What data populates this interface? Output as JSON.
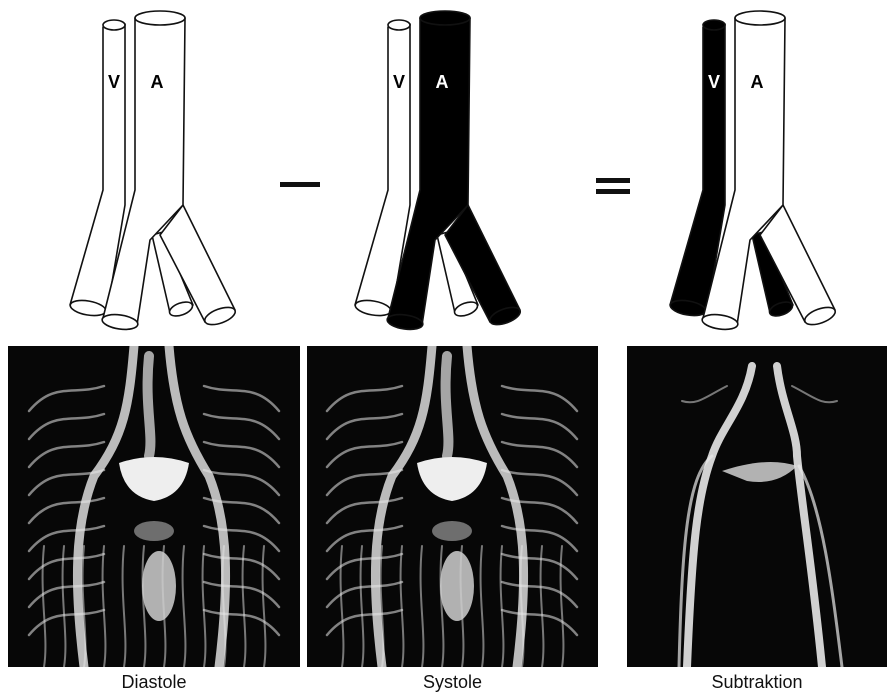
{
  "diagrams": [
    {
      "vein_label": "V",
      "artery_label": "A",
      "vein_fill": "#ffffff",
      "artery_fill": "#ffffff",
      "vein_text": "#000000",
      "artery_text": "#000000"
    },
    {
      "vein_label": "V",
      "artery_label": "A",
      "vein_fill": "#ffffff",
      "artery_fill": "#000000",
      "vein_text": "#000000",
      "artery_text": "#ffffff"
    },
    {
      "vein_label": "V",
      "artery_label": "A",
      "vein_fill": "#000000",
      "artery_fill": "#ffffff",
      "vein_text": "#ffffff",
      "artery_text": "#000000"
    }
  ],
  "operators": {
    "minus": "minus-sign",
    "equals": "equals-sign"
  },
  "captions": [
    "Diastole",
    "Systole",
    "Subtraktion"
  ],
  "colors": {
    "background": "#ffffff",
    "mri_background": "#070707",
    "vessel_bright": "#eeeeee"
  }
}
